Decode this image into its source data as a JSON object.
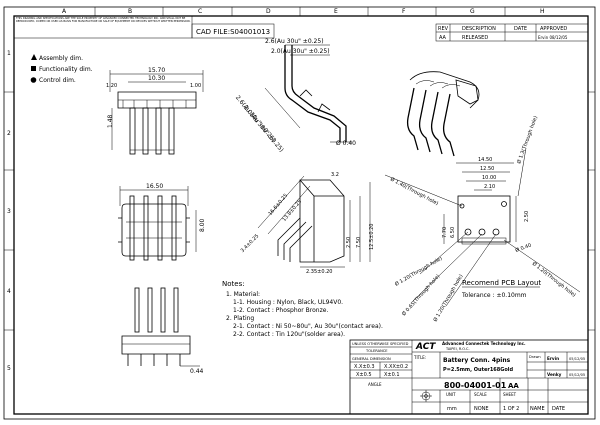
{
  "border": {
    "top_letters": [
      "A",
      "B",
      "C",
      "D",
      "E",
      "F",
      "G",
      "H"
    ],
    "side_numbers": [
      "1",
      "2",
      "3",
      "4",
      "5"
    ]
  },
  "notice": "THIS DRAWING AND SPECIFICATIONS ARE THE SOLE PROPERTY OF ADVANCED CONNECTEK TECHNOLOGY INC. AND SHALL NOT BE REPRODUCED, COPIED OR USED AS BASIS FOR MANUFACTURE OR SALE OF EQUIPMENT OR DEVICES WITHOUT WRITTEN PERMISSION.",
  "cad_file": "CAD FILE:S04001013",
  "revision_table": {
    "headers": [
      "REV",
      "DESCRIPTION",
      "DATE",
      "APPROVED"
    ],
    "row": [
      "AA",
      "RELEASED",
      "",
      "Ervin 08/12/05"
    ]
  },
  "legend": {
    "items": [
      "Assembly dim.",
      "Functionality dim.",
      "Control dim."
    ]
  },
  "dimensions": {
    "top_view": [
      "15.70",
      "10.30",
      "1.20",
      "1.00",
      "1.48"
    ],
    "side_profile": [
      "2.6(Au 30u\" ±0.25)",
      "2.0(Au 30u\" ±0.25)",
      "2.6(Au 30u\" ±0.25)",
      "2.0(Au 30u\" ±0.25)",
      "Ø 0.40"
    ],
    "front_view": [
      "16.50",
      "8.00"
    ],
    "iso_view": [
      "16.6±0.25",
      "13.8±0.25",
      "3.4±0.25",
      "3.2",
      "2.50",
      "7.50",
      "12.5±0.20",
      "2.35±0.20"
    ],
    "footprint": [
      "14.50",
      "12.50",
      "10.00",
      "2.10",
      "2.50",
      "7.70",
      "6.50",
      "Ø 1.40(Through hole)",
      "Ø 1.3(Through hole)",
      "Ø 1.20(Through hole)",
      "Ø 0.65(Through hole)",
      "Ø 1.20(Through hole)",
      "Ø 1.20(Through hole)",
      "Ø 0.40"
    ],
    "lower_view": [
      "0.44"
    ]
  },
  "pcb_layout": {
    "title": "Recomend PCB Layout",
    "tolerance": "Tolerance : ±0.10mm"
  },
  "notes": {
    "title": "Notes:",
    "lines": [
      "1. Material:",
      "1-1. Housing : Nylon, Black, UL94V0.",
      "1-2. Contact : Phosphor Bronze.",
      "2. Plating",
      "2-1. Contact : Ni 50~80u\", Au 30u\"(contact area).",
      "2-2. Contact : Tin 120u\"(solder area)."
    ]
  },
  "title_block": {
    "unit_header": "UNLESS OTHERWISE SPECIFIED",
    "tolerance_header": "TOLERANCE",
    "general_label": "GENERAL DIMENSION",
    "tol1": "X.X±0.3",
    "tol2": "X.XX±0.2",
    "tol3": "X±0.5",
    "tol4": "X±0.1",
    "angle": "ANGLE",
    "logo": "ACT",
    "company": "Advanced Connectek Technology Inc.",
    "company_sub": "TAIPEI, R.O.C.",
    "title_label": "TITLE:",
    "title": "Battery Conn. 4pins",
    "subtitle": "P=2.5mm, Outer168Gold",
    "drawn_label": "Drawn",
    "drawn_by": "Ervin",
    "date1": "05/12/05",
    "checked_by": "Venky",
    "date2": "05/12/05",
    "doc_number": "800-04001-01",
    "rev": "AA",
    "unit_label": "UNIT",
    "unit": "mm",
    "scale_label": "SCALE",
    "scale": "NONE",
    "sheet_label": "SHEET",
    "sheet": "1 OF 2",
    "name_label": "NAME",
    "date_label": "DATE"
  }
}
